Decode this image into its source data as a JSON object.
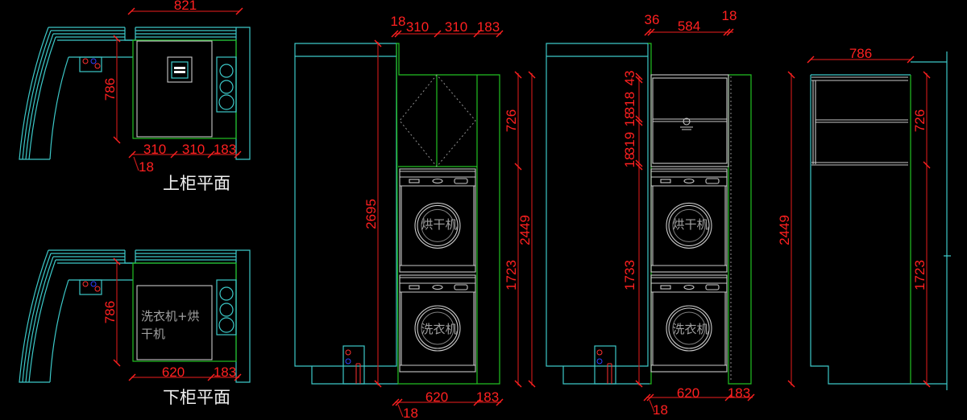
{
  "plan_upper": {
    "title": "上柜平面",
    "dims": {
      "width": "821",
      "depth": "786",
      "seg1": "310",
      "seg2": "310",
      "seg3": "183",
      "gap": "18"
    }
  },
  "plan_lower": {
    "title": "下柜平面",
    "appliance_line1": "洗衣机+烘",
    "appliance_line2": "干机",
    "dims": {
      "depth": "786",
      "seg1": "620",
      "seg2": "183"
    }
  },
  "elevation_front": {
    "dims": {
      "top_gap": "18",
      "top1": "310",
      "top2": "310",
      "top3": "183",
      "total_h": "2695",
      "upper_h": "726",
      "lower_h": "1723",
      "cab_h": "2449",
      "bottom1": "620",
      "bottom2": "183",
      "bottom_gap": "18"
    },
    "dryer_label": "烘干机",
    "washer_label": "洗衣机"
  },
  "elevation_open": {
    "dims": {
      "top_left": "36",
      "top_mid": "584",
      "top_right": "18",
      "v43": "43",
      "v318": "318",
      "v18a": "18",
      "v319": "319",
      "v18b": "18",
      "v1733": "1733",
      "bottom1": "620",
      "bottom2": "183",
      "bottom_gap": "18"
    },
    "dryer_label": "烘干机",
    "washer_label": "洗衣机"
  },
  "elevation_side": {
    "dims": {
      "width": "786",
      "total_h": "2449",
      "upper_h": "726",
      "lower_h": "1723"
    }
  }
}
